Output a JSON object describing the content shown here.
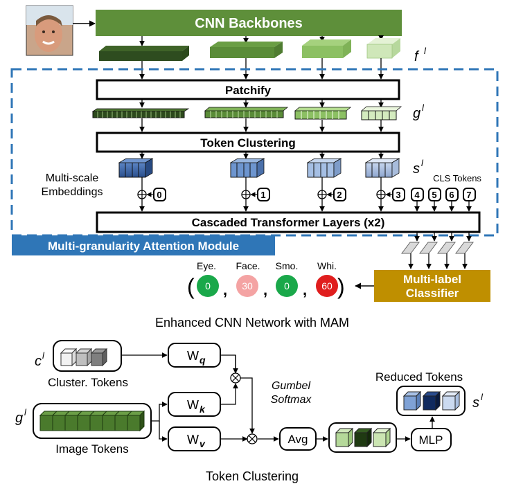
{
  "top": {
    "backbone_label": "CNN Backbones",
    "f_symbol": "f",
    "f_superscript": "l",
    "patchify_label": "Patchify",
    "g_symbol": "g",
    "g_superscript": "l",
    "clustering_label": "Token Clustering",
    "s_symbol": "s",
    "s_superscript": "l",
    "embeddings_line1": "Multi-scale",
    "embeddings_line2": "Embeddings",
    "cls_tokens_label": "CLS Tokens",
    "token_indices": [
      "0",
      "1",
      "2",
      "3",
      "4",
      "5",
      "6",
      "7"
    ],
    "transformer_label": "Cascaded Transformer Layers (x2)",
    "mam_label": "Multi-granularity Attention Module",
    "classifier_line1": "Multi-label",
    "classifier_line2": "Classifier",
    "open_paren": "(",
    "close_paren": ")",
    "separator": ",",
    "outputs": [
      {
        "label": "Eye.",
        "value": "0",
        "color": "#1aa84a"
      },
      {
        "label": "Face.",
        "value": "30",
        "color": "#f4a3a3"
      },
      {
        "label": "Smo.",
        "value": "0",
        "color": "#1aa84a"
      },
      {
        "label": "Whi.",
        "value": "60",
        "color": "#e01e1e"
      }
    ],
    "caption": "Enhanced CNN Network with MAM"
  },
  "bottom": {
    "c_symbol": "c",
    "c_superscript": "l",
    "cluster_tokens_label": "Cluster. Tokens",
    "g_symbol": "g",
    "g_superscript": "l",
    "image_tokens_label": "Image Tokens",
    "wq_label": "W",
    "wq_sub": "q",
    "wk_label": "W",
    "wk_sub": "k",
    "wv_label": "W",
    "wv_sub": "v",
    "gumbel_line1": "Gumbel",
    "gumbel_line2": "Softmax",
    "avg_label": "Avg",
    "mlp_label": "MLP",
    "reduced_tokens_label": "Reduced Tokens",
    "s_symbol": "s",
    "s_superscript": "l",
    "caption": "Token Clustering"
  },
  "colors": {
    "backbone_green": "#5e8f3a",
    "mam_blue": "#2f76b7",
    "classifier_gold": "#bf8f00",
    "token_blue": "#3d6eae"
  }
}
